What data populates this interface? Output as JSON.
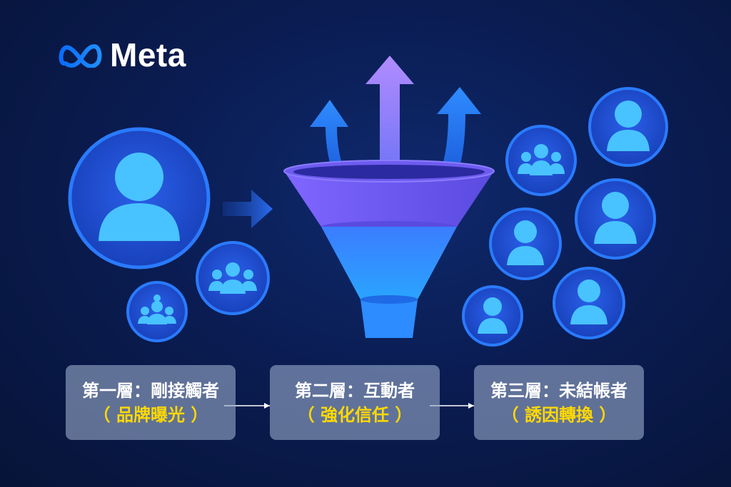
{
  "brand": {
    "name": "Meta",
    "logo_icon": "meta-infinity-icon",
    "accent": "#1877f2"
  },
  "funnel_stages": [
    {
      "title": "第一層：剛接觸者",
      "subtitle": "（ 品牌曝光 ）"
    },
    {
      "title": "第二層：互動者",
      "subtitle": "（ 強化信任 ）"
    },
    {
      "title": "第三層：未結帳者",
      "subtitle": "（ 誘因轉換 ）"
    }
  ],
  "colors": {
    "background": "#0a1c52",
    "label_box": "#96a8c8",
    "label_title": "#ffffff",
    "label_subtitle": "#ffd900",
    "funnel_top": "#7a55f0",
    "funnel_bottom": "#1e8fff",
    "avatar_circle": "#1d4fd6",
    "avatar_person": "#48c3ff"
  },
  "icons": [
    "single-person-icon",
    "group-icon",
    "funnel-icon",
    "up-arrow-icon",
    "right-arrow-icon"
  ]
}
